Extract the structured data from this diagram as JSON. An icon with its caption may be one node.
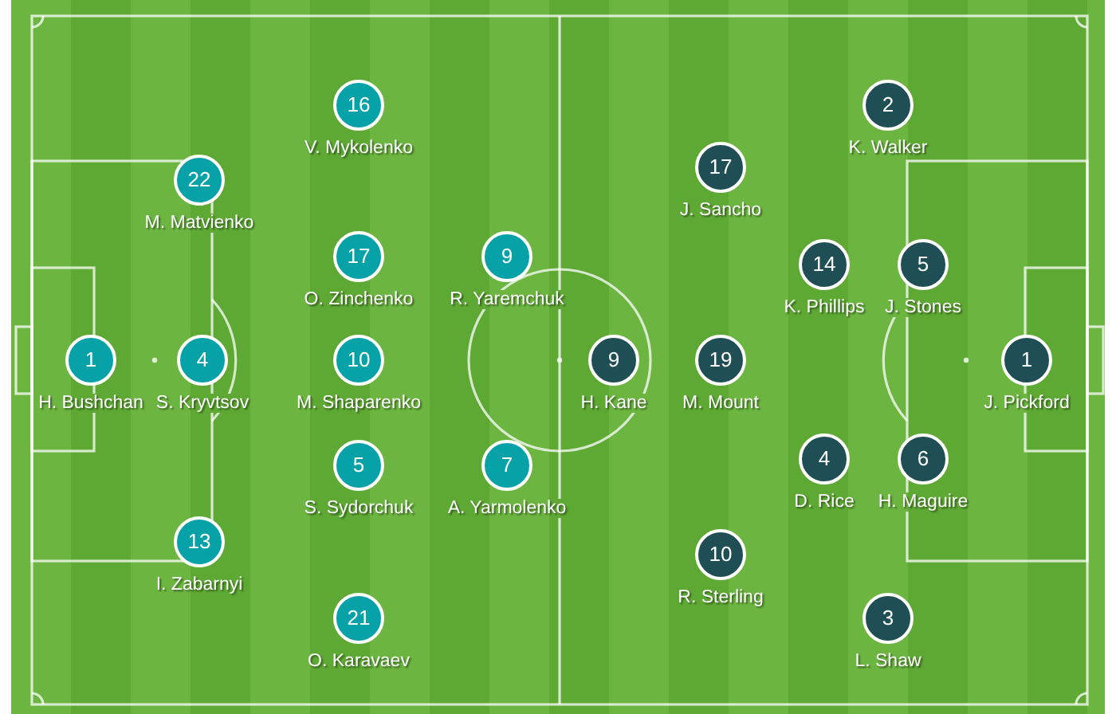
{
  "diagram": {
    "nodes": [
      {
        "text": [
          "1"
        ],
        "beside": [
          "H. Bushchan"
        ]
      },
      {
        "text": [
          "22"
        ],
        "beside": [
          "M. Matvienko"
        ]
      },
      {
        "text": [
          "4"
        ],
        "beside": [
          "S. Kryvtsov"
        ]
      },
      {
        "text": [
          "13"
        ],
        "beside": [
          "I. Zabarnyi"
        ]
      },
      {
        "text": [
          "16"
        ],
        "beside": [
          "V. Mykolenko"
        ]
      },
      {
        "text": [
          "17"
        ],
        "beside": [
          "O. Zinchenko"
        ]
      },
      {
        "text": [
          "10"
        ],
        "beside": [
          "M. Shaparenko"
        ]
      },
      {
        "text": [
          "5"
        ],
        "beside": [
          "S. Sydorchuk"
        ]
      },
      {
        "text": [
          "21"
        ],
        "beside": [
          "O. Karavaev"
        ]
      },
      {
        "text": [
          "9"
        ],
        "beside": [
          "R. Yaremchuk"
        ]
      },
      {
        "text": [
          "7"
        ],
        "beside": [
          "A. Yarmolenko"
        ]
      },
      {
        "text": [
          "9"
        ],
        "beside": [
          "H. Kane"
        ]
      },
      {
        "text": [
          "17"
        ],
        "beside": [
          "J. Sancho"
        ]
      },
      {
        "text": [
          "19"
        ],
        "beside": [
          "M. Mount"
        ]
      },
      {
        "text": [
          "10"
        ],
        "beside": [
          "R. Sterling"
        ]
      },
      {
        "text": [
          "2"
        ],
        "beside": [
          "K. Walker"
        ]
      },
      {
        "text": [
          "14"
        ],
        "beside": [
          "K. Phillips"
        ]
      },
      {
        "text": [
          "4"
        ],
        "beside": [
          "D. Rice"
        ]
      },
      {
        "text": [
          "5"
        ],
        "beside": [
          "J. Stones"
        ]
      },
      {
        "text": [
          "6"
        ],
        "beside": [
          "H. Maguire"
        ]
      },
      {
        "text": [
          "3"
        ],
        "beside": [
          "L. Shaw"
        ]
      },
      {
        "text": [
          "1"
        ],
        "beside": [
          "J. Pickford"
        ]
      }
    ]
  }
}
